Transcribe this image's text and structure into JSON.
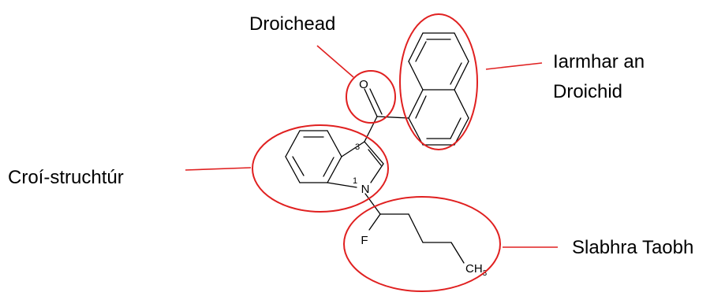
{
  "annotation_color": "#e02020",
  "labels": {
    "bridge": "Droichead",
    "bridge_remainder_line1": "Iarmhar an",
    "bridge_remainder_line2": "Droichid",
    "core": "Croí-struchtúr",
    "side_chain": "Slabhra Taobh"
  },
  "atoms": {
    "oxygen": "O",
    "nitrogen": "N",
    "fluorine": "F",
    "methyl": "CH",
    "methyl_subscript": "3"
  },
  "locants": {
    "position_1": "1",
    "position_3": "3"
  }
}
